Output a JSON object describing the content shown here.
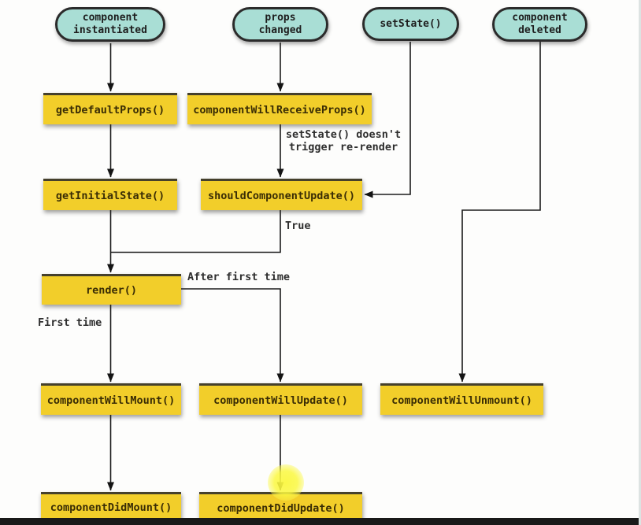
{
  "title": "React component lifecycle diagram",
  "colors": {
    "background": "#fdfdfc",
    "pill_fill": "#a9ded5",
    "pill_border": "#2b2b2b",
    "box_fill": "#f2ce2a",
    "box_top_edge": "#45402c",
    "box_text": "#3a2d05",
    "line": "#1c1c1c",
    "highlight_glow": "#fbf841",
    "bottom_bar": "#191919"
  },
  "pills": {
    "component_instantiated": {
      "label": "component\ninstantiated"
    },
    "props_changed": {
      "label": "props\nchanged"
    },
    "set_state": {
      "label": "setState()"
    },
    "component_deleted": {
      "label": "component\ndeleted"
    }
  },
  "nodes": {
    "get_default_props": {
      "label": "getDefaultProps()"
    },
    "component_will_receive_props": {
      "label": "componentWillReceiveProps()"
    },
    "get_initial_state": {
      "label": "getInitialState()"
    },
    "should_component_update": {
      "label": "shouldComponentUpdate()"
    },
    "render": {
      "label": "render()"
    },
    "component_will_mount": {
      "label": "componentWillMount()"
    },
    "component_will_update": {
      "label": "componentWillUpdate()"
    },
    "component_will_unmount": {
      "label": "componentWillUnmount()"
    },
    "component_did_mount": {
      "label": "componentDidMount()"
    },
    "component_did_update": {
      "label": "componentDidUpdate()"
    }
  },
  "annotations": {
    "setstate_note": "setState() doesn't\ntrigger re-render",
    "true_label": "True",
    "after_first_time": "After first time",
    "first_time": "First time"
  },
  "edges": [
    {
      "from": "component instantiated",
      "to": "getDefaultProps()"
    },
    {
      "from": "props changed",
      "to": "componentWillReceiveProps()"
    },
    {
      "from": "getDefaultProps()",
      "to": "getInitialState()"
    },
    {
      "from": "componentWillReceiveProps()",
      "to": "shouldComponentUpdate()",
      "label": "setState() doesn't trigger re-render"
    },
    {
      "from": "setState()",
      "to": "shouldComponentUpdate()"
    },
    {
      "from": "getInitialState()",
      "to": "render()"
    },
    {
      "from": "shouldComponentUpdate()",
      "to": "render()",
      "label": "True"
    },
    {
      "from": "render()",
      "to": "componentWillMount()",
      "label": "First time"
    },
    {
      "from": "render()",
      "to": "componentWillUpdate()",
      "label": "After first time"
    },
    {
      "from": "componentWillMount()",
      "to": "componentDidMount()"
    },
    {
      "from": "componentWillUpdate()",
      "to": "componentDidUpdate()"
    },
    {
      "from": "component deleted",
      "to": "componentWillUnmount()"
    }
  ]
}
